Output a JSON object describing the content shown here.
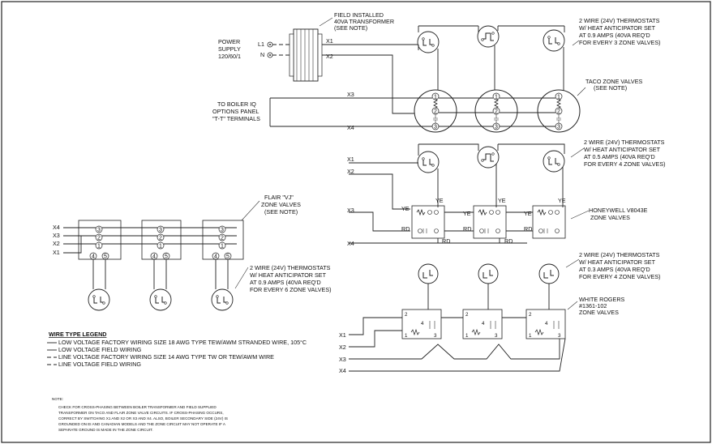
{
  "power": {
    "transformer_label": [
      "FIELD INSTALLED",
      "40VA TRANSFORMER",
      "(SEE NOTE)"
    ],
    "supply_label": [
      "POWER",
      "SUPPLY",
      "120/60/1"
    ],
    "l1": "L1",
    "n": "N"
  },
  "terminals": {
    "x1": "X1",
    "x2": "X2",
    "x3": "X3",
    "x4": "X4"
  },
  "boiler_label": [
    "TO BOILER IQ",
    "OPTIONS PANEL",
    "\"T-T\" TERMINALS"
  ],
  "taco": {
    "thermostat_label": [
      "2 WIRE (24V) THERMOSTATS",
      "W/ HEAT ANTICIPATOR SET",
      "AT 0.9 AMPS (40VA REQ'D",
      "FOR EVERY 3 ZONE VALVES)"
    ],
    "valve_label": [
      "TACO ZONE VALVES",
      "(SEE NOTE)"
    ],
    "terms": [
      "1",
      "2",
      "3"
    ]
  },
  "honeywell": {
    "thermostat_label": [
      "2 WIRE (24V) THERMOSTATS",
      "W/ HEAT ANTICIPATOR SET",
      "AT 0.5 AMPS (40VA REQ'D",
      "FOR EVERY 4 ZONE VALVES)"
    ],
    "valve_label": [
      "HONEYWELL V8043E",
      "ZONE VALVES"
    ],
    "ye": "YE",
    "rd": "RD"
  },
  "flair": {
    "valve_label": [
      "FLAIR \"VJ\"",
      "ZONE VALVES",
      "(SEE NOTE)"
    ],
    "thermostat_label": [
      "2 WIRE (24V) THERMOSTATS",
      "W/ HEAT ANTICIPATOR SET",
      "AT 0.9 AMPS (40VA REQ'D",
      "FOR EVERY 6 ZONE VALVES)"
    ],
    "terms": [
      "3",
      "2",
      "1",
      "4",
      "5"
    ]
  },
  "white_rogers": {
    "thermostat_label": [
      "2 WIRE (24V) THERMOSTATS",
      "W/ HEAT ANTICIPATOR SET",
      "AT 0.3 AMPS (40VA REQ'D",
      "FOR EVERY 4 ZONE VALVES)"
    ],
    "valve_label": [
      "WHITE ROGERS",
      "#1361-102",
      "ZONE VALVES"
    ],
    "terms": [
      "2",
      "4",
      "1",
      "3"
    ]
  },
  "legend": {
    "title": "WIRE TYPE LEGEND",
    "items": [
      "LOW VOLTAGE FACTORY WIRING SIZE 18 AWG TYPE TEW/AWM STRANDED WIRE, 105°C",
      "LOW VOLTAGE FIELD WIRING",
      "LINE VOLTAGE FACTORY WIRING SIZE 14 AWG TYPE TW OR TEW/AWM WIRE",
      "LINE VOLTAGE FIELD WIRING"
    ]
  },
  "note": {
    "title": "NOTE:",
    "lines": [
      "CHECK FOR CROSS-PHASING BETWEEN BOILER TRANSFORMER AND FIELD SUPPLIED",
      "TRANSFORMER ON TACO AND FLAIR ZONE VALVE CIRCUITS. IF CROSS-PHASING OCCURS,",
      "CORRECT BY SWITCHING X1 AND X2 OR X3 AND X4. ALSO, BOILER SECONDARY SIDE (24V) IS",
      "GROUNDED ON EI AND CANADIAN MODELS AND THE ZONE CIRCUIT MAY NOT OPERATE IF A",
      "SEPARATE GROUND IS MADE IN THE ZONE CIRCUIT."
    ]
  }
}
